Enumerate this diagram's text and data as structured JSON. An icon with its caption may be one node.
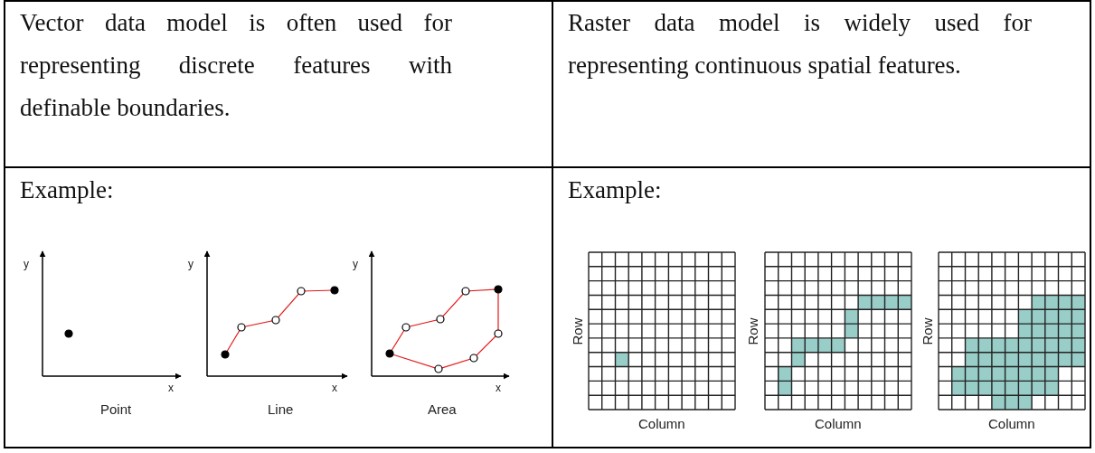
{
  "diagram": {
    "labels": [
      "Vector data model is often used for representing discrete features with definable boundaries.",
      "Raster data model is widely used for representing continuous spatial features.",
      "Example:",
      "y",
      "x",
      "Point",
      "y",
      "x",
      "Line",
      "y",
      "x",
      "Area",
      "Example:",
      "Row",
      "Column",
      "Row",
      "Column",
      "Row",
      "Column"
    ]
  }
}
